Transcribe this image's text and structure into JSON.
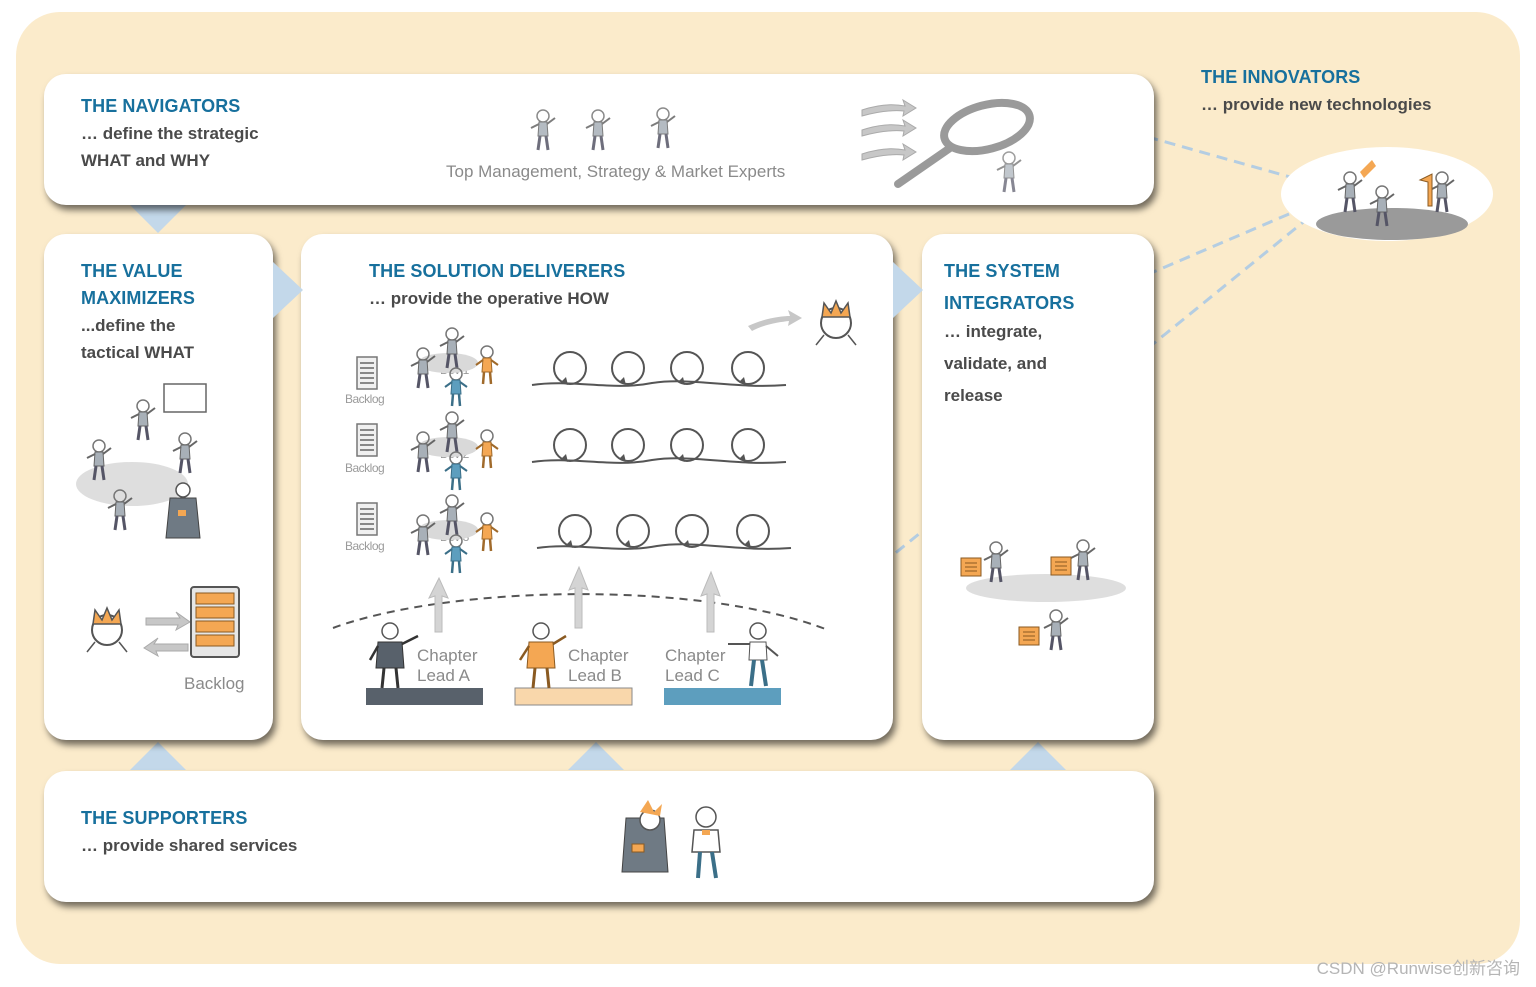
{
  "colors": {
    "background": "#fbebcb",
    "title_blue": "#17709d",
    "text_dark": "#4a4a4a",
    "connector": "#c3d8ea",
    "dashed_line": "#b4cde2",
    "orange": "#f4a753",
    "slate": "#58616b",
    "peach": "#f9d7ab",
    "steel_blue": "#5d9ebe"
  },
  "navigators": {
    "title": "THE NAVIGATORS",
    "subtitle_line1": "… define the strategic",
    "subtitle_line2": "WHAT and WHY",
    "caption": "Top Management, Strategy & Market Experts"
  },
  "innovators": {
    "title": "THE INNOVATORS",
    "subtitle": "… provide new technologies"
  },
  "value_maximizers": {
    "title_line1": "THE VALUE",
    "title_line2": "MAXIMIZERS",
    "subtitle_line1": "...define the",
    "subtitle_line2": "tactical WHAT",
    "backlog_label": "Backlog"
  },
  "solution_deliverers": {
    "title": "THE SOLUTION DELIVERERS",
    "subtitle": "… provide the operative HOW",
    "teams": [
      {
        "backlog": "Backlog",
        "dev": "Dev 1"
      },
      {
        "backlog": "Backlog",
        "dev": "Dev 2"
      },
      {
        "backlog": "Backlog",
        "dev": "Dev 3"
      }
    ],
    "chapters": [
      {
        "line1": "Chapter",
        "line2": "Lead A"
      },
      {
        "line1": "Chapter",
        "line2": "Lead B"
      },
      {
        "line1": "Chapter",
        "line2": "Lead C"
      }
    ]
  },
  "system_integrators": {
    "title_line1": "THE SYSTEM",
    "title_line2": "INTEGRATORS",
    "subtitle_line1": "… integrate,",
    "subtitle_line2": "validate, and",
    "subtitle_line3": "release"
  },
  "supporters": {
    "title": "THE SUPPORTERS",
    "subtitle": "… provide shared services"
  },
  "watermark": "CSDN @Runwise创新咨询"
}
